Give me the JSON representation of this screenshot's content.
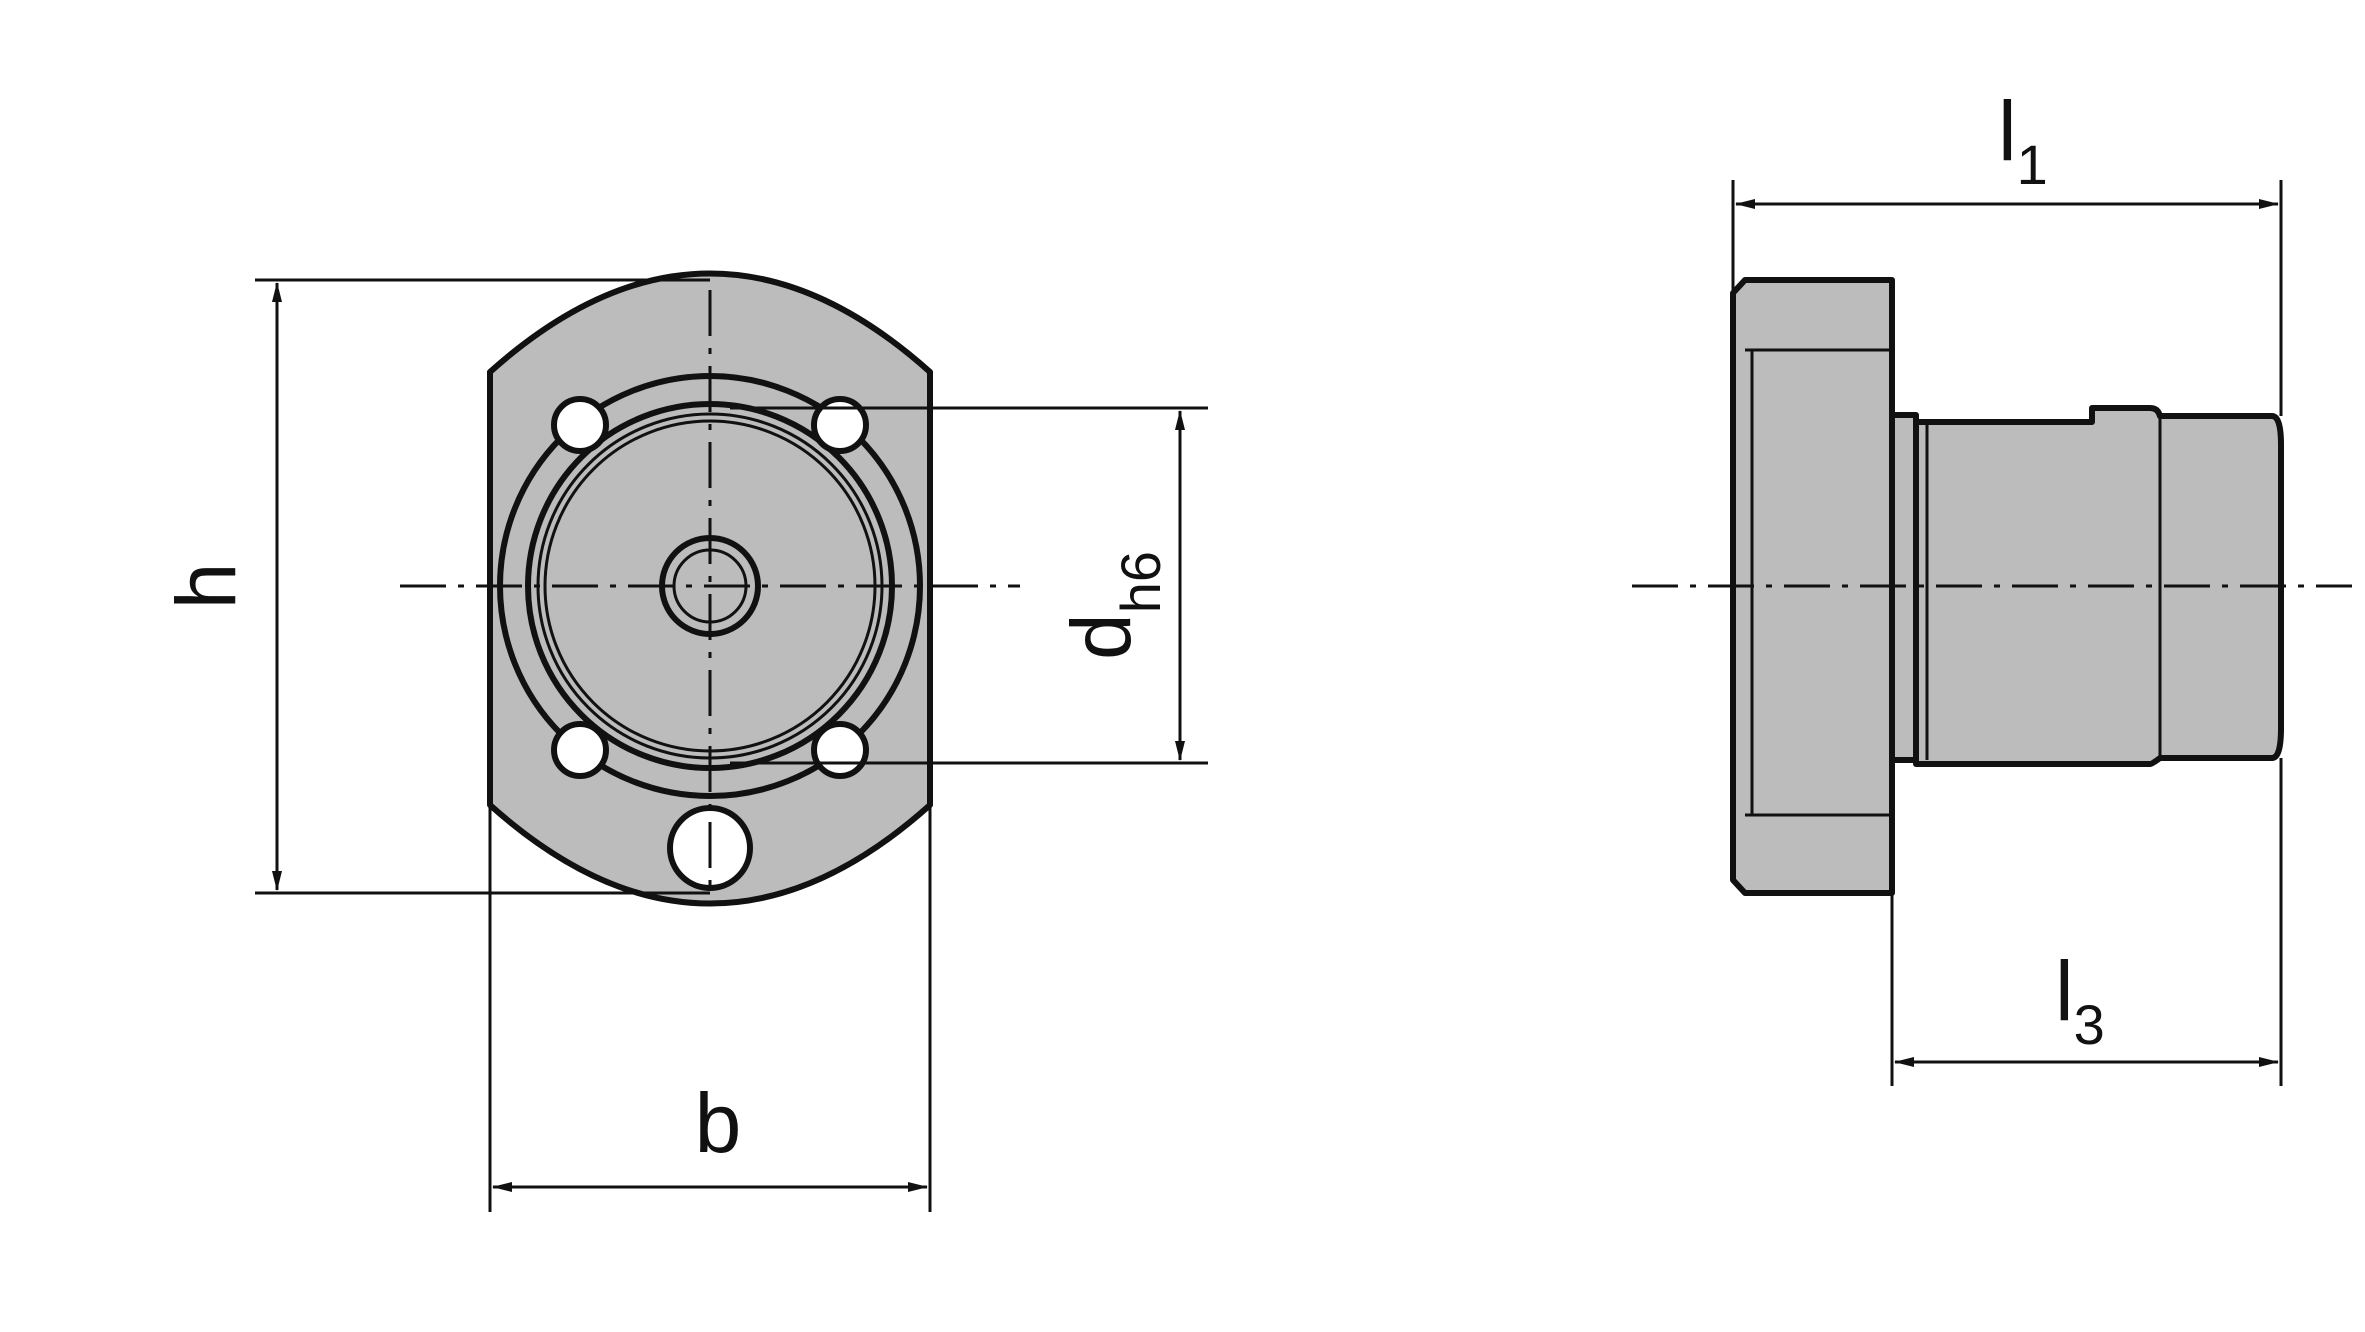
{
  "colors": {
    "part_fill": "#bcbcbc",
    "line": "#111111",
    "background": "#ffffff"
  },
  "labels": {
    "h": "h",
    "b": "b",
    "d": "d",
    "d_sub": "h6",
    "l1": "l",
    "l1_sub": "1",
    "l3": "l",
    "l3_sub": "3"
  }
}
